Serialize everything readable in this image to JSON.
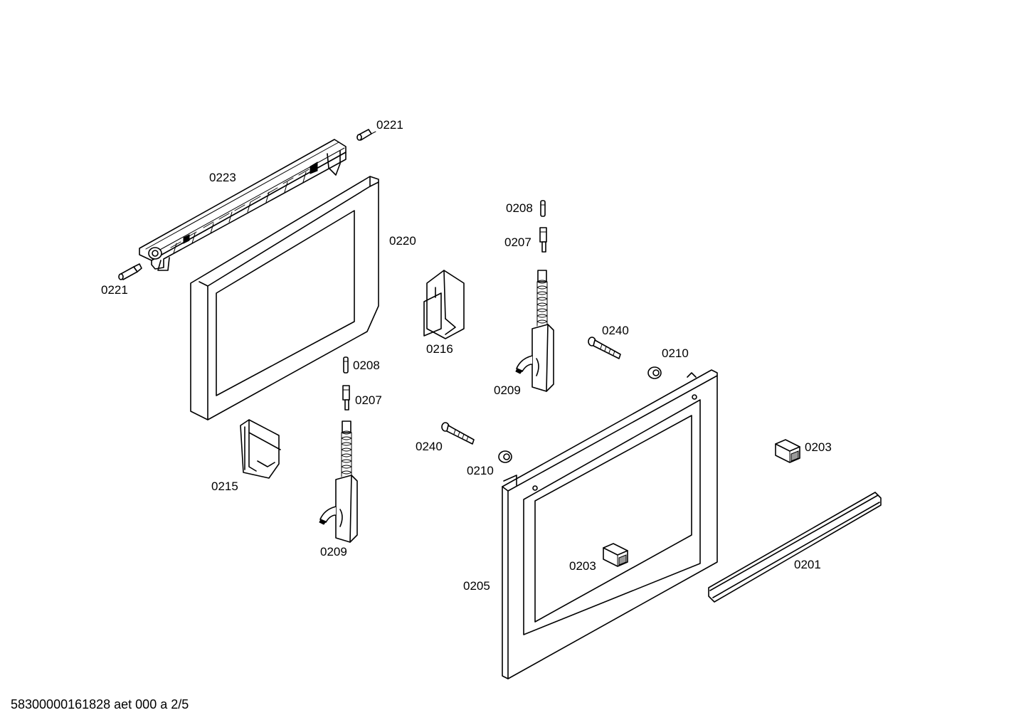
{
  "labels": {
    "p0221_top": "0221",
    "p0221_left": "0221",
    "p0223": "0223",
    "p0220": "0220",
    "p0208_right": "0208",
    "p0207_right": "0207",
    "p0216": "0216",
    "p0240_right": "0240",
    "p0210_right": "0210",
    "p0209_right": "0209",
    "p0208_left": "0208",
    "p0207_left": "0207",
    "p0240_left": "0240",
    "p0210_left": "0210",
    "p0203_right": "0203",
    "p0215": "0215",
    "p0209_left": "0209",
    "p0203_center": "0203",
    "p0201": "0201",
    "p0205": "0205"
  },
  "footer": {
    "code": "58300000161828 aet 000 a 2/5"
  }
}
